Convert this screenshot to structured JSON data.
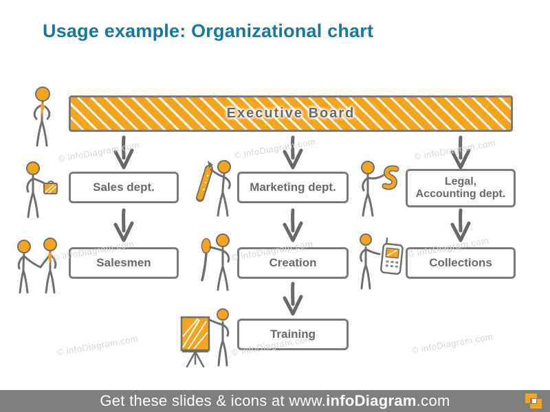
{
  "title": {
    "text": "Usage example: Organizational chart"
  },
  "watermark": {
    "text": "© infoDiagram.com"
  },
  "footer": {
    "prefix": "Get these slides & icons at www.",
    "brand": "infoDiagram",
    "suffix": ".com"
  },
  "colors": {
    "accent_orange": "#F7A41D",
    "title_teal": "#1578A3",
    "line_gray": "#6E6E6E",
    "border_gray": "#7A7A7A",
    "footer_bar_gray": "#7F7F7F",
    "watermark_gray": "#D6D6D6"
  },
  "org_chart": {
    "root": {
      "label": "Executive Board",
      "icon": "businessman-standing-icon"
    },
    "level1": [
      {
        "label": "Sales dept.",
        "icon": "briefcase-person-icon"
      },
      {
        "label": "Marketing dept.",
        "icon": "pen-person-icon"
      },
      {
        "label_line1": "Legal,",
        "label_line2": "Accounting dept.",
        "icon": "money-person-icon"
      }
    ],
    "level2": [
      {
        "label": "Salesmen",
        "icon": "handshake-people-icon"
      },
      {
        "label": "Creation",
        "icon": "paintbrush-person-icon"
      },
      {
        "label": "Collections",
        "icon": "phone-person-icon"
      }
    ],
    "level3": [
      {
        "label": "Training",
        "icon": "flipchart-person-icon"
      }
    ]
  }
}
